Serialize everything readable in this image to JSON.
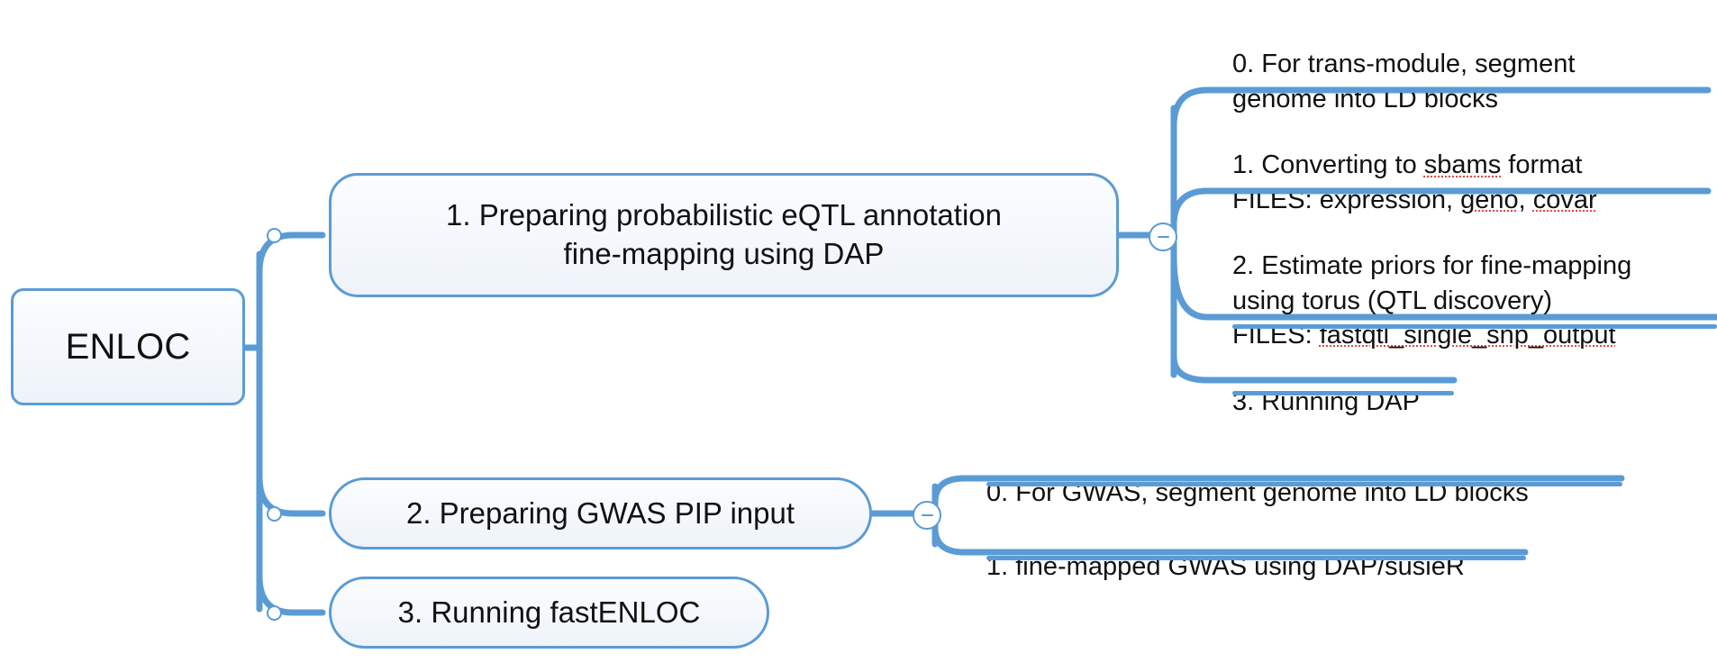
{
  "diagram": {
    "type": "mind-map",
    "title": "ENLOC",
    "accent_color": "#5b9bd5",
    "node_fill": "#f2f6fb",
    "text_color": "#111111",
    "spellcheck_color": "#e2483c",
    "background": "#ffffff"
  },
  "root": {
    "label": "ENLOC"
  },
  "branches": [
    {
      "id": "branch-1",
      "label": "1. Preparing probabilistic eQTL annotation\nfine-mapping using DAP",
      "toggle_state": "expanded",
      "toggle_glyph": "minus",
      "children": [
        {
          "id": "leaf-1-0",
          "label": "0. For trans-module, segment\ngenome into LD blocks",
          "misspelled": []
        },
        {
          "id": "leaf-1-1",
          "label": "1. Converting to sbams format\nFILES: expression, geno, covar",
          "misspelled": [
            "sbams",
            "geno",
            "covar"
          ]
        },
        {
          "id": "leaf-1-2",
          "label": "2. Estimate priors for fine-mapping\nusing torus (QTL discovery)\nFILES: fastqtl_single_snp_output",
          "misspelled": [
            "fastqtl_single_snp_output"
          ]
        },
        {
          "id": "leaf-1-3",
          "label": "3. Running DAP",
          "misspelled": []
        }
      ]
    },
    {
      "id": "branch-2",
      "label": "2. Preparing GWAS PIP input",
      "toggle_state": "expanded",
      "toggle_glyph": "minus",
      "children": [
        {
          "id": "leaf-2-0",
          "label": "0. For GWAS, segment genome into LD blocks",
          "misspelled": []
        },
        {
          "id": "leaf-2-1",
          "label": "1. fine-mapped GWAS using DAP/susieR",
          "misspelled": []
        }
      ]
    },
    {
      "id": "branch-3",
      "label": "3. Running fastENLOC",
      "toggle_state": "leaf",
      "children": []
    }
  ]
}
